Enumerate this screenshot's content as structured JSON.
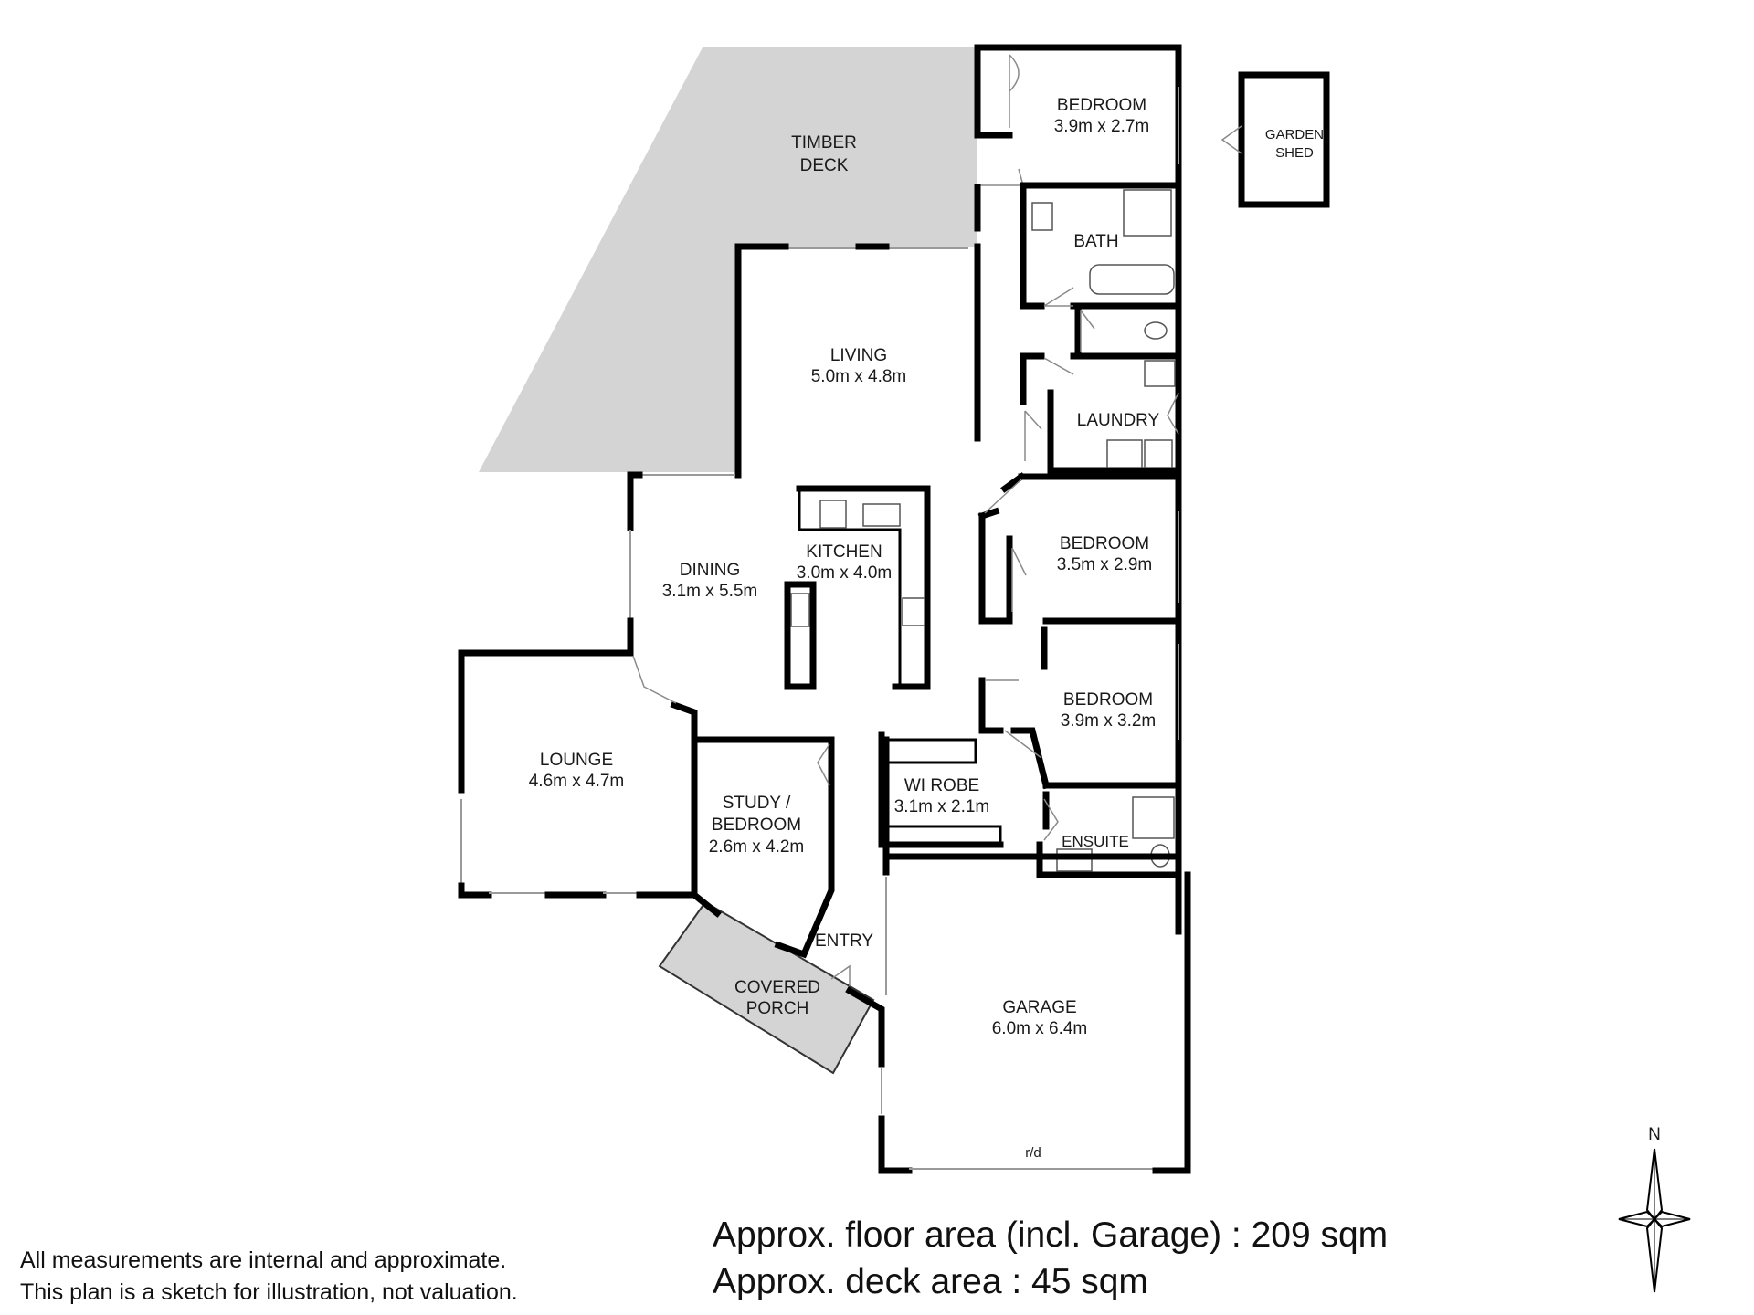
{
  "rooms": {
    "timber_deck": {
      "name_line1": "TIMBER",
      "name_line2": "DECK"
    },
    "bedroom1": {
      "name": "BEDROOM",
      "size": "3.9m x 2.7m"
    },
    "garden_shed": {
      "name_line1": "GARDEN",
      "name_line2": "SHED"
    },
    "bath": {
      "name": "BATH"
    },
    "living": {
      "name": "LIVING",
      "size": "5.0m x 4.8m"
    },
    "laundry": {
      "name": "LAUNDRY"
    },
    "bedroom2": {
      "name": "BEDROOM",
      "size": "3.5m x 2.9m"
    },
    "kitchen": {
      "name": "KITCHEN",
      "size": "3.0m x 4.0m"
    },
    "dining": {
      "name": "DINING",
      "size": "3.1m x 5.5m"
    },
    "bedroom3": {
      "name": "BEDROOM",
      "size": "3.9m x 3.2m"
    },
    "lounge": {
      "name": "LOUNGE",
      "size": "4.6m x 4.7m"
    },
    "study": {
      "name_line1": "STUDY /",
      "name_line2": "BEDROOM",
      "size": "2.6m x 4.2m"
    },
    "wi_robe": {
      "name": "WI ROBE",
      "size": "3.1m x 2.1m"
    },
    "ensuite": {
      "name": "ENSUITE"
    },
    "entry": {
      "name": "ENTRY"
    },
    "covered_porch": {
      "name_line1": "COVERED",
      "name_line2": "PORCH"
    },
    "garage": {
      "name": "GARAGE",
      "size": "6.0m x 6.4m",
      "door_label": "r/d"
    }
  },
  "compass": {
    "north_label": "N"
  },
  "summary": {
    "floor_area": "Approx. floor area (incl. Garage) : 209 sqm",
    "deck_area": "Approx. deck area : 45 sqm"
  },
  "disclaimer": {
    "line1": "All measurements are internal and approximate.",
    "line2": "This plan is a sketch for illustration, not valuation."
  },
  "colors": {
    "deck_fill": "#d4d4d4",
    "wall": "#000000",
    "window": "#9a9a9a"
  }
}
